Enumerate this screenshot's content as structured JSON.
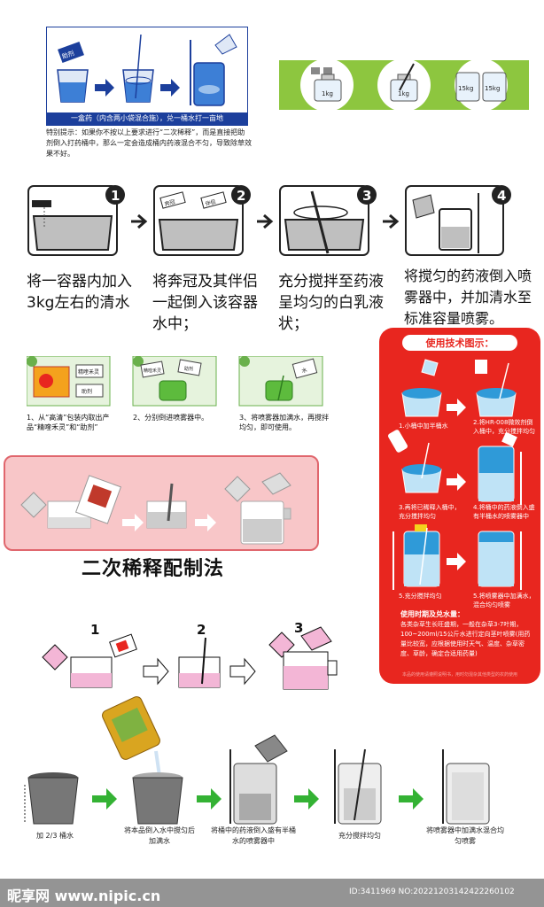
{
  "top_left": {
    "banner": "一盒药（内含两小袋混合施），兑一桶水打一亩地",
    "note": "特别提示：如果你不按以上要求进行“二次稀释”，而是直接把助剂倒入打药桶中，那么一定会造成桶内药液混合不匀，导致除草效果不好。",
    "pack_label": "助剂"
  },
  "top_right": {
    "labels": [
      "1kg",
      "1kg",
      "15kg",
      "15kg"
    ]
  },
  "four_steps": {
    "numbers": [
      "1",
      "2",
      "3",
      "4"
    ],
    "texts": [
      "将一容器内加入3kg左右的清水",
      "将奔冠及其伴侣一起倒入该容器水中；",
      "充分搅拌至药液呈均匀的白乳液状；",
      "将搅匀的药液倒入喷雾器中，并加清水至标准容量喷雾。"
    ],
    "pack_labels": [
      "奔冠",
      "伴侣"
    ]
  },
  "green_steps": {
    "captions": [
      "1、从“高清”包装内取出产品“精喹禾灵”和“助剂”",
      "2、分别倒进喷雾器中。",
      "3、将喷雾器加满水，再搅拌均匀，即可使用。"
    ],
    "labels": [
      "精喹禾灵",
      "助剂",
      "精喹禾灵",
      "助剂",
      "水"
    ]
  },
  "red_panel": {
    "title": "使用技术图示：",
    "captions": [
      "1.小桶中加半桶水",
      "2.将HR-008微效剂倒入桶中，充分搅拌均匀",
      "3.再将已稀释入桶中，充分搅拌均匀",
      "4.将桶中的药液倒入盛有半桶水的喷雾器中",
      "5.充分搅拌均匀",
      "5.将喷雾器中加满水，混合均匀喷雾"
    ],
    "usage_title": "使用时期及兑水量：",
    "usage_text": "各类杂草生长旺盛期，一般在杂草3-7叶期，100~200ml/15公斤水进行定向茎叶喷雾(用药量比较宽，应根据使用时天气、温度、杂草密度、草龄，确定合适用药量)",
    "footer": "本品的使用请遵照说明书，用时勿混杂其他类型的农药使用"
  },
  "pink_box": {
    "label": "二次稀释配制法"
  },
  "second_dilution": {
    "numbers": [
      "1",
      "2",
      "3"
    ]
  },
  "bottom": {
    "captions": [
      "加 2/3 桶水",
      "将本品倒入水中搅匀后加满水",
      "将桶中的药液倒入盛有半桶水的喷雾器中",
      "充分搅拌均匀",
      "将喷雾器中加满水混合均匀喷雾"
    ]
  },
  "watermark": {
    "site": "昵享网 www.nipic.cn",
    "id": "ID:3411969 NO:20221203142422260102"
  },
  "colors": {
    "red_panel": "#e8261f",
    "green_band": "#8dc63f",
    "pink_box": "#f8c6c8",
    "blue_border": "#1c3f9c",
    "arrow_green": "#34b234"
  }
}
